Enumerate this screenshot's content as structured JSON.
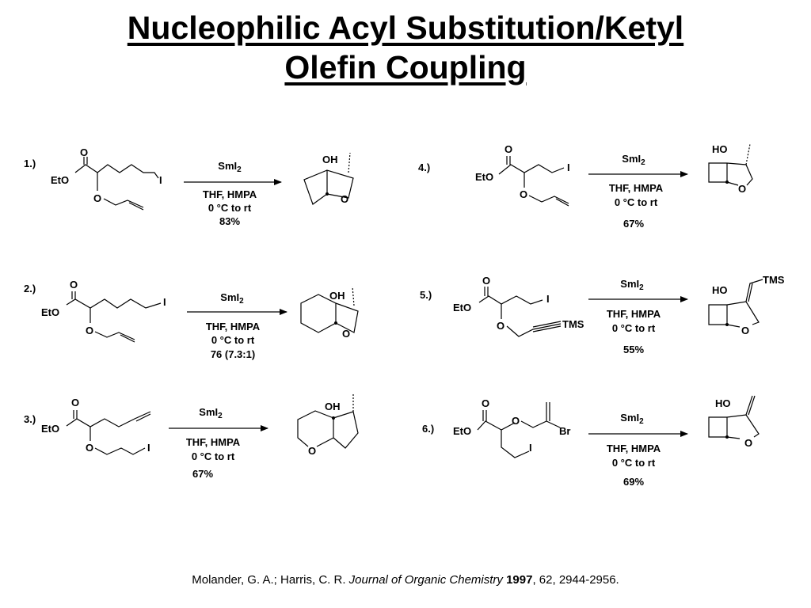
{
  "title": {
    "line1": "Nucleophilic Acyl Substitution/Ketyl",
    "line2": "Olefin Coupling"
  },
  "atom_labels": {
    "O": "O",
    "EtO": "EtO",
    "I": "I",
    "OH": "OH",
    "HO": "HO",
    "TMS": "TMS",
    "Br": "Br",
    "Sm": "SmI",
    "Sm_sub": "2"
  },
  "reactions": [
    {
      "label": "1.)",
      "reagent": "SmI2",
      "solvent": "THF, HMPA",
      "temperature": "0 °C to rt",
      "yield": "83%"
    },
    {
      "label": "2.)",
      "reagent": "SmI2",
      "solvent": "THF, HMPA",
      "temperature": "0 °C to rt",
      "yield": "76 (7.3:1)"
    },
    {
      "label": "3.)",
      "reagent": "SmI2",
      "solvent": "THF, HMPA",
      "temperature": "0 °C to rt",
      "yield": "67%"
    },
    {
      "label": "4.)",
      "reagent": "SmI2",
      "solvent": "THF, HMPA",
      "temperature": "0 °C to rt",
      "yield": "67%"
    },
    {
      "label": "5.)",
      "reagent": "SmI2",
      "solvent": "THF, HMPA",
      "temperature": "0 °C to rt",
      "yield": "55%"
    },
    {
      "label": "6.)",
      "reagent": "SmI2",
      "solvent": "THF, HMPA",
      "temperature": "0 °C to rt",
      "yield": "69%"
    }
  ],
  "citation": {
    "authors": "Molander, G. A.; Harris, C. R. ",
    "journal": "Journal of Organic Chemistry",
    "year": "1997",
    "rest": ", 62, 2944-2956."
  }
}
